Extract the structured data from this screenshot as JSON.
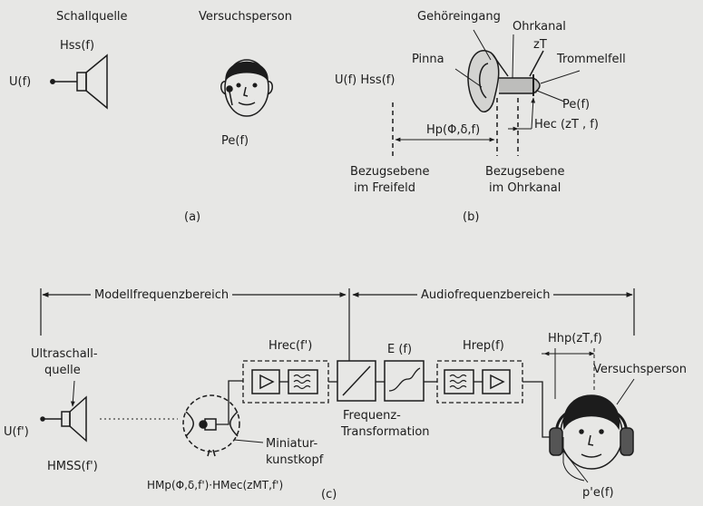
{
  "panel_a": {
    "label": "(a)",
    "source_title": "Schallquelle",
    "subject_title": "Versuchsperson",
    "hss": "Hss(f)",
    "u": "U(f)",
    "pe": "Pe(f)"
  },
  "panel_b": {
    "label": "(b)",
    "gehoereingang": "Gehöreingang",
    "ohrkanal": "Ohrkanal",
    "zt": "zT",
    "pinna": "Pinna",
    "trommelfell": "Trommelfell",
    "u_hss": "U(f) Hss(f)",
    "pe": "Pe(f)",
    "hp": "Hp(Φ,δ,f)",
    "hec": "Hec (zT , f)",
    "ref_free_1": "Bezugsebene",
    "ref_free_2": "im Freifeld",
    "ref_canal_1": "Bezugsebene",
    "ref_canal_2": "im Ohrkanal"
  },
  "panel_c": {
    "label": "(c)",
    "model_range": "Modellfrequenzbereich",
    "audio_range": "Audiofrequenzbereich",
    "ultrasound_1": "Ultraschall-",
    "ultrasound_2": "quelle",
    "u_prime": "U(f')",
    "hss_m": "HMSS(f')",
    "hp_hec": "HMp(Φ,δ,f')·HMec(zMT,f')",
    "miniature_1": "Miniatur-",
    "miniature_2": "kunstkopf",
    "hrec": "Hrec(f')",
    "e_f": "E (f)",
    "hrep": "Hrep(f)",
    "hhp": "Hhp(zT,f)",
    "transform_1": "Frequenz-",
    "transform_2": "Transformation",
    "subject": "Versuchsperson",
    "pe_prime": "p'e(f)"
  },
  "icons": [
    "loudspeaker-icon",
    "face-icon",
    "ear-icon",
    "amplifier-icon",
    "filter-icon",
    "headphones-icon",
    "artificial-head-icon"
  ]
}
